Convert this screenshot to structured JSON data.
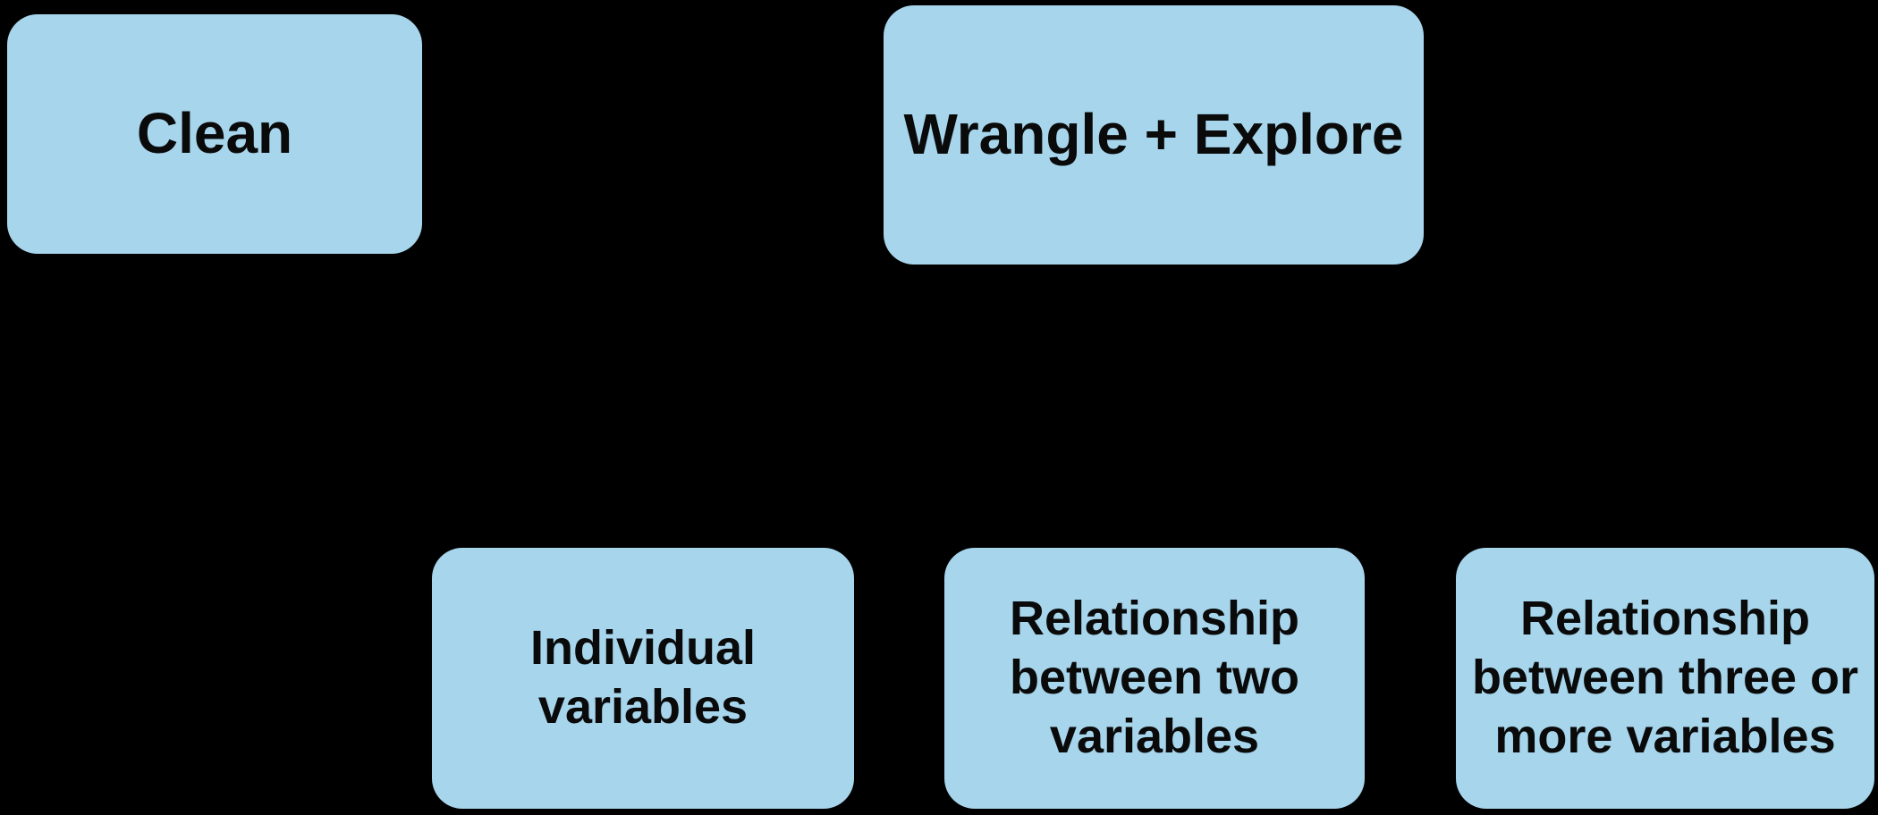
{
  "diagram": {
    "background_color": "#000000",
    "node_fill": "#A6D5EC",
    "node_text_color": "#0A0A0A",
    "nodes": [
      {
        "id": "clean",
        "label": "Clean",
        "lines": [
          "Clean"
        ]
      },
      {
        "id": "wrangle-explore",
        "label": "Wrangle + Explore",
        "lines": [
          "Wrangle + Explore"
        ]
      },
      {
        "id": "individual-variables",
        "label": "Individual variables",
        "lines": [
          "Individual",
          "variables"
        ]
      },
      {
        "id": "relationship-between-two-variables",
        "label": "Relationship between two variables",
        "lines": [
          "Relationship",
          "between two",
          "variables"
        ]
      },
      {
        "id": "relationship-between-three-or-more-variables",
        "label": "Relationship between three or more variables",
        "lines": [
          "Relationship",
          "between three or",
          "more variables"
        ]
      }
    ]
  }
}
